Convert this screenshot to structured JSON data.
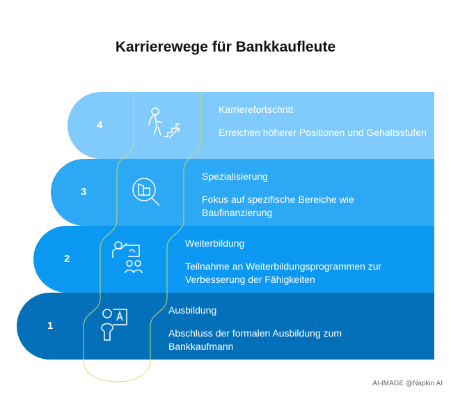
{
  "title": "Karrierewege für Bankkaufleute",
  "steps": [
    {
      "num": "4",
      "heading": "Karrierefortschritt",
      "desc": "Erreichen höherer Positionen und Gehaltsstufen",
      "icon": "person-climbing-stairs-icon",
      "color": "#80CBFB"
    },
    {
      "num": "3",
      "heading": "Spezialisierung",
      "desc": "Fokus auf spezifische Bereiche wie Baufinanzierung",
      "icon": "magnifier-buildings-icon",
      "color": "#2DA8F5"
    },
    {
      "num": "2",
      "heading": "Weiterbildung",
      "desc": "Teilnahme an Weiterbildungsprogrammen zur Verbesserung der Fähigkeiten",
      "icon": "teacher-presentation-icon",
      "color": "#0A98F2"
    },
    {
      "num": "1",
      "heading": "Ausbildung",
      "desc": "Abschluss der formalen Ausbildung zum Bankkaufmann",
      "icon": "student-board-icon",
      "color": "#0570BA"
    }
  ],
  "footer": "AI-IMAGE  @Napkin AI"
}
